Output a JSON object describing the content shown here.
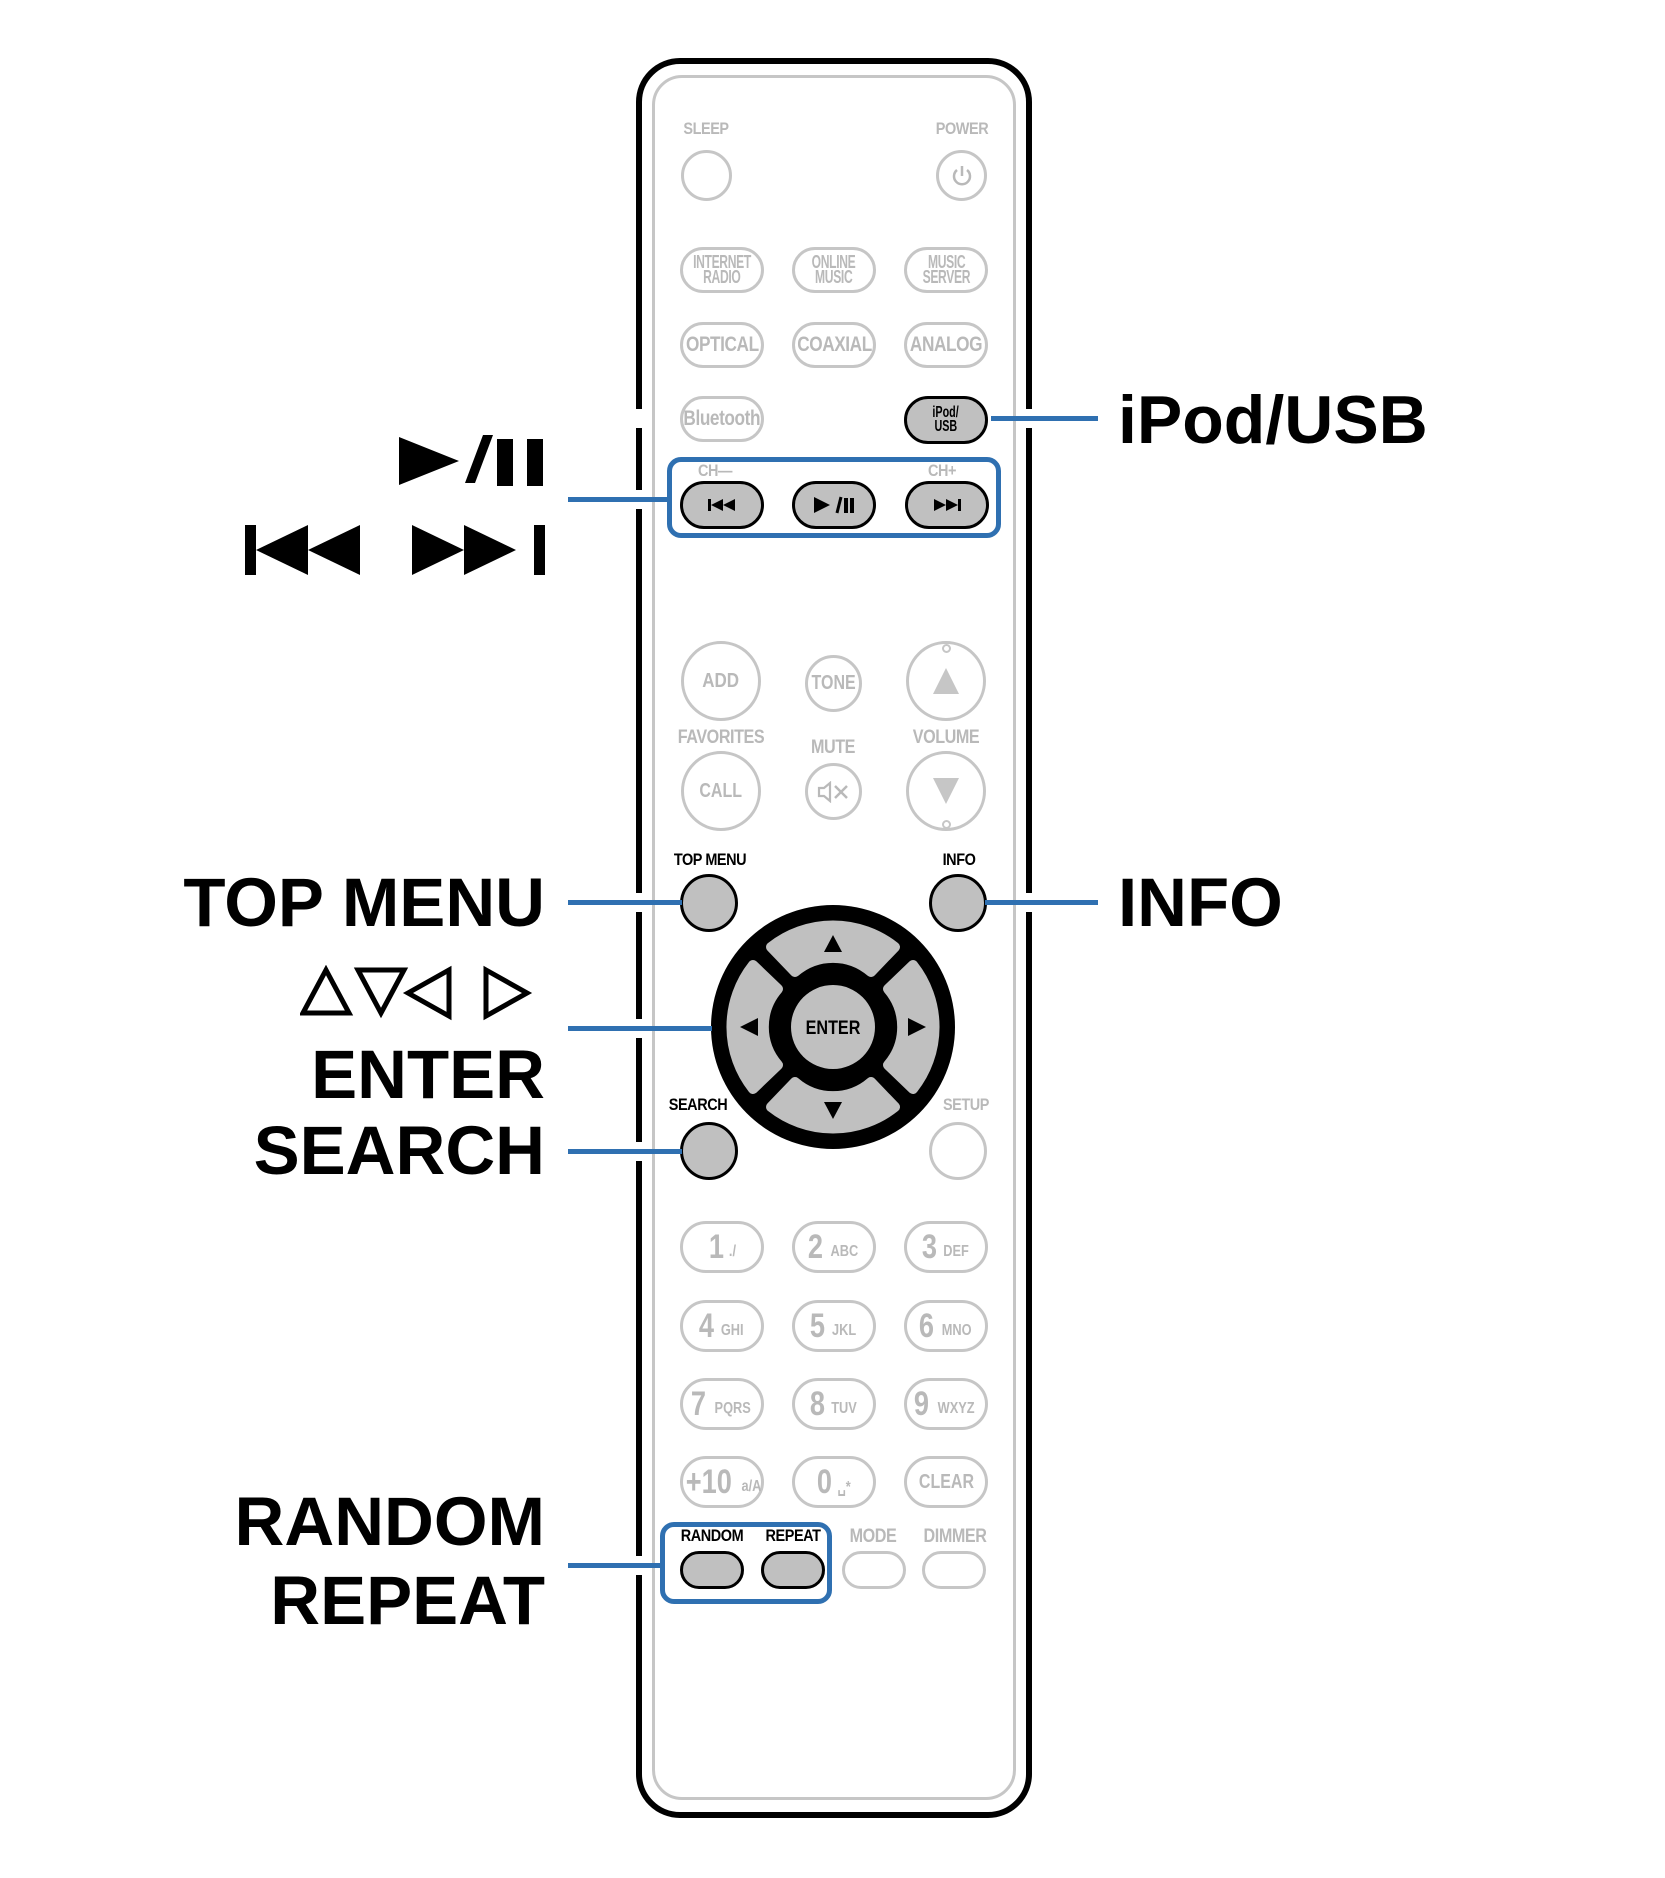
{
  "remote": {
    "top_buttons": {
      "sleep": "SLEEP",
      "power": "POWER",
      "power_icon": "power-icon"
    },
    "source_row1": [
      "INTERNET\nRADIO",
      "ONLINE\nMUSIC",
      "MUSIC\nSERVER"
    ],
    "source_row1_lines": [
      [
        "INTERNET",
        "RADIO"
      ],
      [
        "ONLINE",
        "MUSIC"
      ],
      [
        "MUSIC",
        "SERVER"
      ]
    ],
    "source_row2": [
      "OPTICAL",
      "COAXIAL",
      "ANALOG"
    ],
    "bluetooth": "Bluetooth",
    "ipod_usb_lines": [
      "iPod/",
      "USB"
    ],
    "ch_minus": "CH—",
    "ch_plus": "CH+",
    "transport": {
      "prev": "⏮",
      "play_pause": "►/❚❚",
      "next": "⏭"
    },
    "add": "ADD",
    "tone": "TONE",
    "favorites": "FAVORITES",
    "mute": "MUTE",
    "volume": "VOLUME",
    "call": "CALL",
    "top_menu": "TOP MENU",
    "info": "INFO",
    "enter": "ENTER",
    "search": "SEARCH",
    "setup": "SETUP",
    "numpad": [
      {
        "big": "1",
        "small": "./"
      },
      {
        "big": "2",
        "small": "ABC"
      },
      {
        "big": "3",
        "small": "DEF"
      },
      {
        "big": "4",
        "small": "GHI"
      },
      {
        "big": "5",
        "small": "JKL"
      },
      {
        "big": "6",
        "small": "MNO"
      },
      {
        "big": "7",
        "small": "PQRS"
      },
      {
        "big": "8",
        "small": "TUV"
      },
      {
        "big": "9",
        "small": "WXYZ"
      },
      {
        "big": "+10",
        "small": "a/A"
      },
      {
        "big": "0",
        "small": "␣*"
      },
      {
        "big": "",
        "small": "CLEAR"
      }
    ],
    "bottom_labels": [
      "RANDOM",
      "REPEAT",
      "MODE",
      "DIMMER"
    ]
  },
  "callouts": {
    "play_pause": "►/❚❚",
    "skip": "⧏◀◀ ▶▶⧐",
    "ipod_usb": "iPod/USB",
    "top_menu": "TOP MENU",
    "info": "INFO",
    "arrows": "△▽◁ ▷",
    "enter": "ENTER",
    "search": "SEARCH",
    "random": "RANDOM",
    "repeat": "REPEAT"
  },
  "colors": {
    "highlight_blue": "#2f70b1",
    "active_button": "#c0c0c0",
    "inactive": "#c6c6c6"
  }
}
